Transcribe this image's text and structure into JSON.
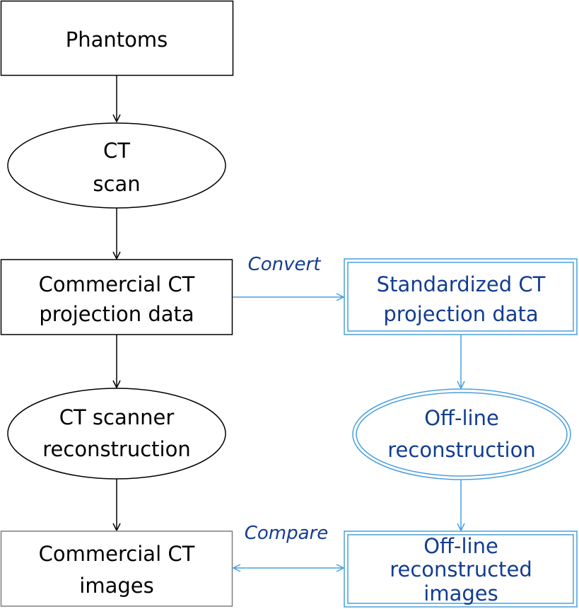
{
  "colors": {
    "black": "#000000",
    "blue_line": "#4a9fdc",
    "blue_text": "#123d91"
  },
  "nodes": {
    "phantoms": "Phantoms",
    "ct_scan": [
      "CT",
      "scan"
    ],
    "commercial_projection": [
      "Commercial CT",
      "projection data"
    ],
    "standardized_projection": [
      "Standardized CT",
      "projection data"
    ],
    "scanner_reconstruction": [
      "CT scanner",
      "reconstruction"
    ],
    "offline_reconstruction": [
      "Off-line",
      "reconstruction"
    ],
    "commercial_images": [
      "Commercial CT",
      "images"
    ],
    "offline_images": [
      "Off-line",
      "reconstructed",
      "images"
    ]
  },
  "edges": {
    "convert_label": "Convert",
    "compare_label": "Compare"
  }
}
